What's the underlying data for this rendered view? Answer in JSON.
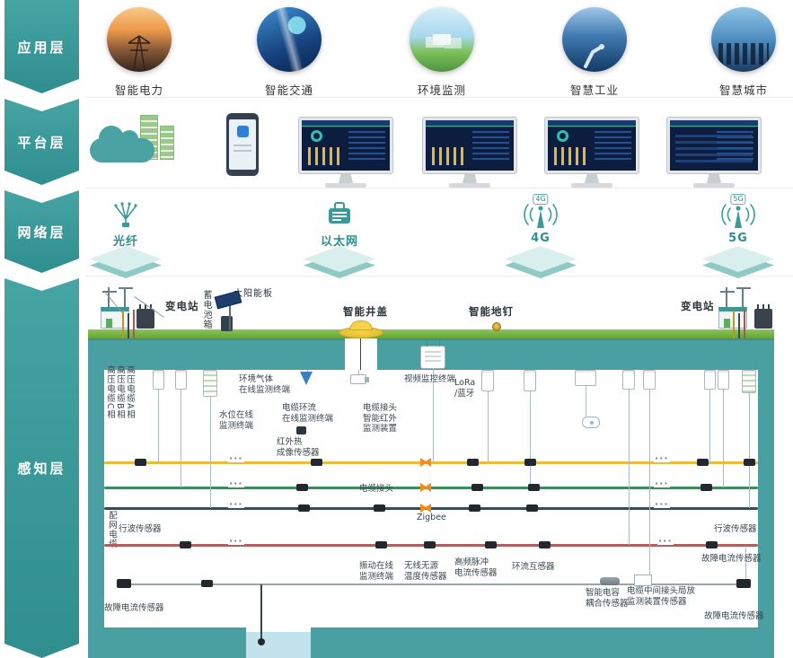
{
  "sidebar": {
    "layers": [
      {
        "label": "应用层"
      },
      {
        "label": "平台层"
      },
      {
        "label": "网络层"
      },
      {
        "label": "感知层"
      }
    ]
  },
  "application": {
    "items": [
      {
        "label": "智能电力"
      },
      {
        "label": "智能交通"
      },
      {
        "label": "环境监测"
      },
      {
        "label": "智慧工业"
      },
      {
        "label": "智慧城市"
      }
    ]
  },
  "network": {
    "items": [
      {
        "label": "光纤"
      },
      {
        "label": "以太网"
      },
      {
        "label": "4G"
      },
      {
        "label": "5G"
      }
    ]
  },
  "perception": {
    "surface": {
      "substation_left": "变电站",
      "substation_right": "变电站",
      "battery_box": "蓄电池箱",
      "solar_panel": "太阳能板",
      "manhole": "智能井盖",
      "ground_nail": "智能地钉"
    },
    "cables": {
      "phase_c": "高压电缆C相",
      "phase_b": "高压电缆B相",
      "phase_a": "高压电缆A相",
      "dist": "配网电缆"
    },
    "labels": {
      "gas_terminal": "环境气体\n在线监测终端",
      "water_terminal": "水位在线\n监测终端",
      "loop_terminal": "电缆环流\n在线监测终端",
      "joint_ir_device": "电缆接头\n智能红外\n监测装置",
      "video_terminal": "视频监控终端",
      "lora_bt": "LoRa\n/蓝牙",
      "ir_thermal": "红外热\n成像传感器",
      "cable_joint": "电缆接头",
      "zigbee": "Zigbee",
      "wave_left": "行波传感器",
      "wave_right": "行波传感器",
      "vibration_terminal": "振动在线\n监测终端",
      "temp_sensor": "无线无源\n温度传感器",
      "pulse_sensor": "高频脉冲\n电流传感器",
      "ct_sensor": "环流互感器",
      "cap_sensor": "智能电容\n耦合传感器",
      "pd_device": "电缆中间接头局放\n监测装置传感器",
      "fault_left": "故障电流传感器",
      "fault_right": "故障电流传感器",
      "fault_right_bottom": "故障电流传感器"
    }
  },
  "icons": {
    "cloud_platform": "cloud+buildings",
    "mobile_app": "smartphone",
    "dashboard_monitor": "monitor-dashboard",
    "fiber": "radiating-fiber-bundle",
    "ethernet": "network-badge",
    "antenna_4g": "antenna-arcs",
    "antenna_5g": "antenna-arcs"
  },
  "colors": {
    "teal": "#3a9a9a",
    "band_teal": "#4aa0a1",
    "grass_green": "#79b83f",
    "cable_yellow": "#e8bd3a",
    "cable_green": "#3f8a5f",
    "cable_dark": "#2f4f5f",
    "cable_red": "#b06058",
    "cable_gray": "#9aa5ab",
    "manhole_yellow": "#f0c93e",
    "joint_orange": "#f08c1e"
  }
}
